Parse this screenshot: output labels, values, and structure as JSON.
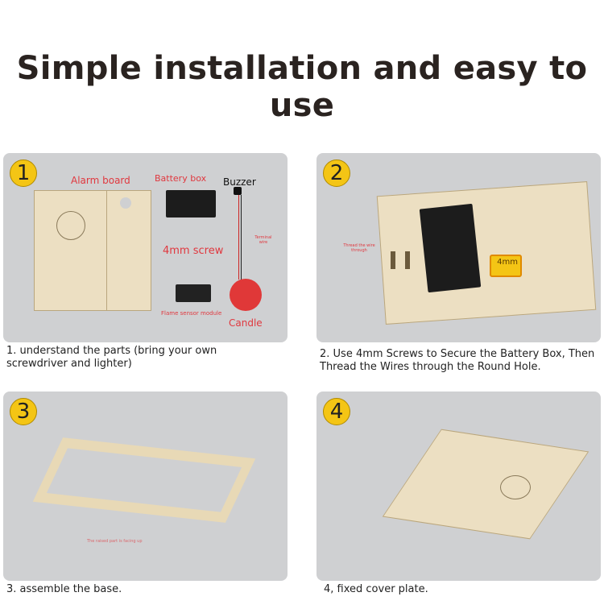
{
  "title": "Simple installation and easy to use",
  "steps": [
    {
      "number": "1",
      "caption": "1. understand the parts   (bring your own screwdriver and lighter)",
      "labels": {
        "alarm_board": "Alarm board",
        "battery_box": "Battery box",
        "buzzer": "Buzzer",
        "screw": "4mm screw",
        "terminal_wire": "Terminal wire",
        "flame_sensor": "Flame sensor module",
        "candle": "Candle"
      }
    },
    {
      "number": "2",
      "caption": "2. Use 4mm Screws to Secure the Battery Box, Then Thread the Wires through the Round Hole.",
      "labels": {
        "thread": "Thread the wire through",
        "screw_badge": "4mm"
      }
    },
    {
      "number": "3",
      "caption": "3. assemble the base.",
      "labels": {
        "raised": "The raised part is facing up"
      }
    },
    {
      "number": "4",
      "caption": "4, fixed cover plate."
    }
  ]
}
